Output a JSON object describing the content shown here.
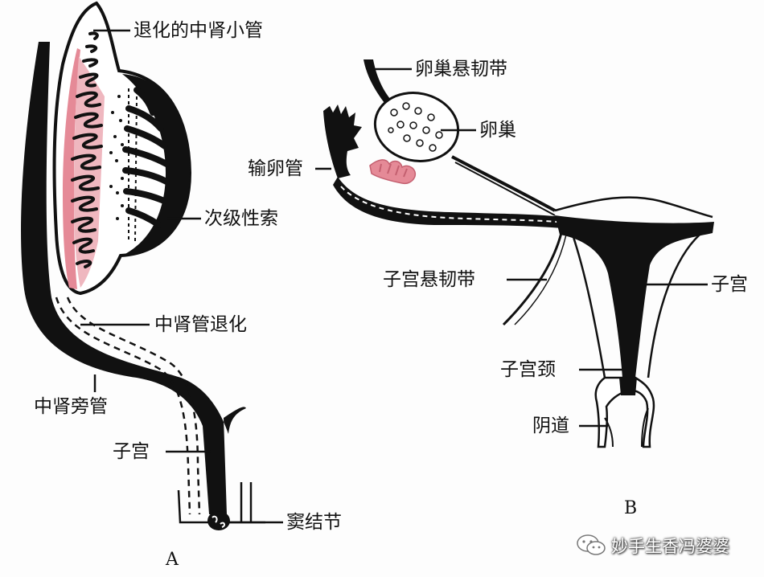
{
  "labels": {
    "a_degenerated_tubules": "退化的中肾小管",
    "a_secondary_cords": "次级性索",
    "a_mesonephric_duct_degeneration": "中肾管退化",
    "a_paramesonephric_duct": "中肾旁管",
    "a_uterus": "子宫",
    "a_sinus_tubercle": "窦结节",
    "b_suspensory_ligament_ovary": "卵巢悬韧带",
    "b_ovary": "卵巢",
    "b_oviduct": "输卵管",
    "b_suspensory_ligament_uterus": "子宫悬韧带",
    "b_uterus": "子宫",
    "b_cervix": "子宫颈",
    "b_vagina": "阴道"
  },
  "panels": {
    "a": "A",
    "b": "B"
  },
  "watermark": {
    "text": "妙手生香冯婆婆",
    "icon": "wechat-icon"
  },
  "colors": {
    "ink": "#111111",
    "pink": "#e58a97",
    "pink_light": "#efb7bf",
    "background": "#fdfdfd"
  }
}
